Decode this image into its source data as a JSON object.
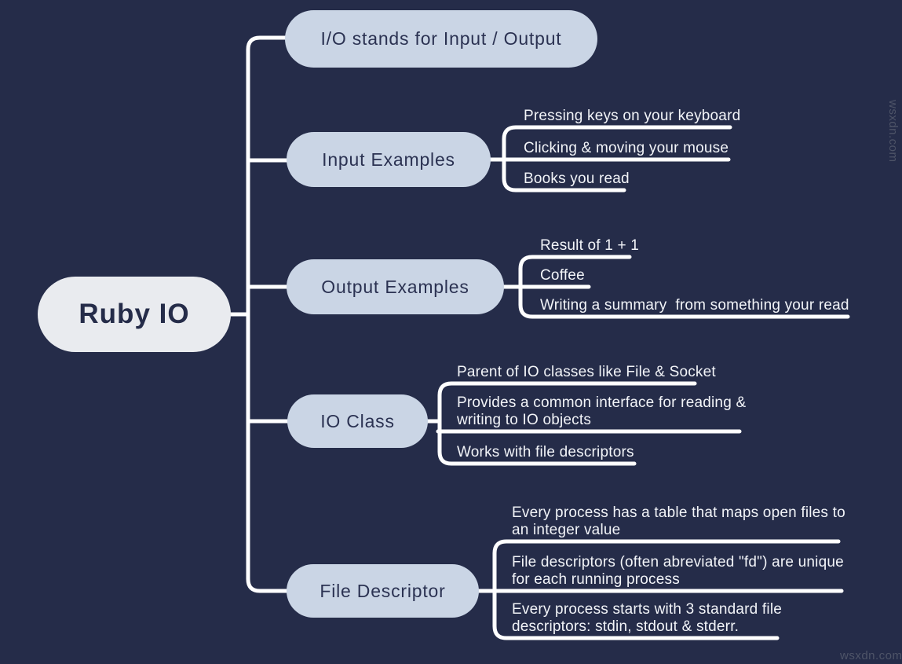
{
  "root": {
    "label": "Ruby IO"
  },
  "branches": [
    {
      "label": "I/O stands for Input / Output",
      "leaves": []
    },
    {
      "label": "Input Examples",
      "leaves": [
        "Pressing keys on your keyboard",
        "Clicking & moving your mouse",
        "Books you read"
      ]
    },
    {
      "label": "Output Examples",
      "leaves": [
        "Result of 1 + 1",
        "Coffee",
        "Writing a summary  from something your read"
      ]
    },
    {
      "label": "IO Class",
      "leaves": [
        "Parent of IO classes like File & Socket",
        "Provides a common interface for reading & writing to IO objects",
        "Works with file descriptors"
      ]
    },
    {
      "label": "File Descriptor",
      "leaves": [
        "Every process has a table that maps open files to an integer value",
        "File descriptors (often abreviated \"fd\") are unique for each running process",
        "Every process starts with 3 standard file descriptors: stdin, stdout & stderr."
      ]
    }
  ],
  "watermark": {
    "text": "wsxdn.com"
  },
  "colors": {
    "background": "#252C49",
    "branch_pill": "#CAD5E5",
    "root_pill": "#E9EBEF",
    "node_text": "#2B3252",
    "connector_line": "#FFFFFF",
    "leaf_text": "#F2F4F8",
    "watermark": "#4E5468"
  }
}
